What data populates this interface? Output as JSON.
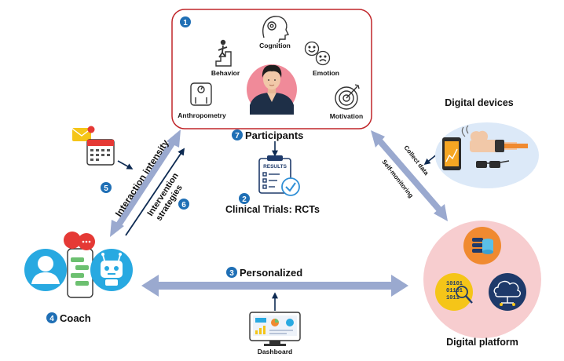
{
  "participants_panel": {
    "number": "1",
    "factors": {
      "cognition": "Cognition",
      "behavior": "Behavior",
      "emotion": "Emotion",
      "anthropometry": "Anthropometry",
      "motivation": "Motivation"
    },
    "title_number": "7",
    "title": "Participants"
  },
  "clinical_trials": {
    "number": "2",
    "label": "Clinical Trials: RCTs",
    "clipboard_text": "RESULTS"
  },
  "personalized": {
    "number": "3",
    "label": "Personalized"
  },
  "coach": {
    "number": "4",
    "label": "Coach"
  },
  "interaction": {
    "number": "5",
    "label": "Interaction intensity"
  },
  "intervention": {
    "number": "6",
    "line1": "Intervention",
    "line2": "strategies"
  },
  "digital_devices": {
    "title": "Digital devices",
    "collect": "Collect data",
    "self_monitoring": "Self-monitoring"
  },
  "digital_platform": {
    "title": "Digital platform",
    "binary": [
      "10101",
      "01101",
      "1011"
    ]
  },
  "dashboard": {
    "label": "Dashboard"
  },
  "colors": {
    "badge": "#1f6fb5",
    "arrow": "#9aa9cf",
    "panel_border": "#c0262a",
    "platform_bg": "#f7cdcf",
    "devices_bg": "#dce9f8",
    "coach_blue": "#28a9e1",
    "avatar_bg": "#f08a99"
  }
}
